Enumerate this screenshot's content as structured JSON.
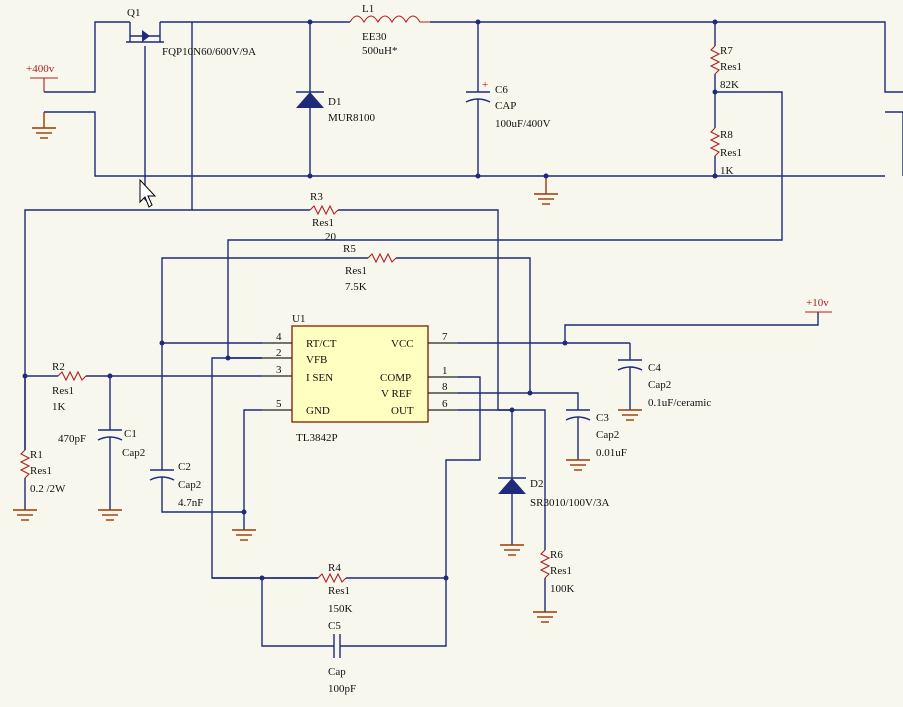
{
  "power": {
    "plus400": "+400v",
    "plus10": "+10v"
  },
  "components": {
    "q1": {
      "ref": "Q1",
      "value": "FQP10N60/600V/9A"
    },
    "l1": {
      "ref": "L1",
      "type": "EE30",
      "value": "500uH*"
    },
    "d1": {
      "ref": "D1",
      "value": "MUR8100"
    },
    "c6": {
      "ref": "C6",
      "type": "CAP",
      "value": "100uF/400V",
      "plus": "+"
    },
    "r7": {
      "ref": "R7",
      "type": "Res1",
      "value": "82K"
    },
    "r8": {
      "ref": "R8",
      "type": "Res1",
      "value": "1K"
    },
    "r3": {
      "ref": "R3",
      "type": "Res1",
      "value": "20"
    },
    "r5": {
      "ref": "R5",
      "type": "Res1",
      "value": "7.5K"
    },
    "r2": {
      "ref": "R2",
      "type": "Res1",
      "value": "1K"
    },
    "r1": {
      "ref": "R1",
      "type": "Res1",
      "value": "0.2 /2W"
    },
    "c1": {
      "ref": "C1",
      "type": "Cap2",
      "value": "470pF"
    },
    "c2": {
      "ref": "C2",
      "type": "Cap2",
      "value": "4.7nF"
    },
    "c3": {
      "ref": "C3",
      "type": "Cap2",
      "value": "0.01uF"
    },
    "c4": {
      "ref": "C4",
      "type": "Cap2",
      "value": "0.1uF/ceramic"
    },
    "d2": {
      "ref": "D2",
      "value": "SR3010/100V/3A"
    },
    "r6": {
      "ref": "R6",
      "type": "Res1",
      "value": "100K"
    },
    "r4": {
      "ref": "R4",
      "type": "Res1",
      "value": "150K"
    },
    "c5": {
      "ref": "C5",
      "type": "Cap",
      "value": "100pF"
    }
  },
  "u1": {
    "ref": "U1",
    "part": "TL3842P",
    "pins": {
      "rtct": "RT/CT",
      "vfb": "VFB",
      "isen": "I SEN",
      "gnd": "GND",
      "vcc": "VCC",
      "comp": "COMP",
      "vref": "V REF",
      "out": "OUT"
    },
    "pin_numbers": {
      "p4": "4",
      "p2": "2",
      "p3": "3",
      "p5": "5",
      "p7": "7",
      "p1": "1",
      "p8": "8",
      "p6": "6"
    }
  }
}
